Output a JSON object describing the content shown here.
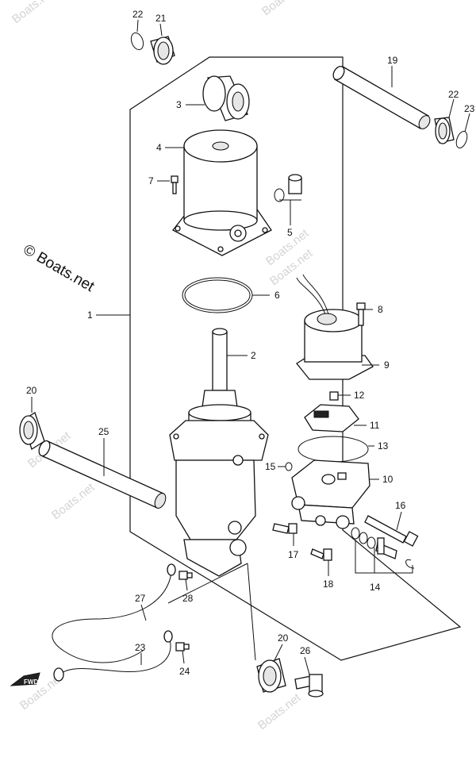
{
  "watermark_text": "© Boats.net",
  "watermark_corner": "Boats.net",
  "fwd_label": "FWD",
  "callouts": [
    {
      "id": "1",
      "label": "1"
    },
    {
      "id": "2",
      "label": "2"
    },
    {
      "id": "3",
      "label": "3"
    },
    {
      "id": "4",
      "label": "4"
    },
    {
      "id": "5",
      "label": "5"
    },
    {
      "id": "6",
      "label": "6"
    },
    {
      "id": "7",
      "label": "7"
    },
    {
      "id": "8",
      "label": "8"
    },
    {
      "id": "9",
      "label": "9"
    },
    {
      "id": "10",
      "label": "10"
    },
    {
      "id": "11",
      "label": "11"
    },
    {
      "id": "12",
      "label": "12"
    },
    {
      "id": "13",
      "label": "13"
    },
    {
      "id": "14",
      "label": "14"
    },
    {
      "id": "15",
      "label": "15"
    },
    {
      "id": "16",
      "label": "16"
    },
    {
      "id": "17",
      "label": "17"
    },
    {
      "id": "18",
      "label": "18"
    },
    {
      "id": "19",
      "label": "19"
    },
    {
      "id": "20a",
      "label": "20"
    },
    {
      "id": "20b",
      "label": "20"
    },
    {
      "id": "21a",
      "label": "21"
    },
    {
      "id": "21b",
      "label": "21"
    },
    {
      "id": "22a",
      "label": "22"
    },
    {
      "id": "22b",
      "label": "22"
    },
    {
      "id": "23",
      "label": "23"
    },
    {
      "id": "24",
      "label": "24"
    },
    {
      "id": "25",
      "label": "25"
    },
    {
      "id": "26",
      "label": "26"
    },
    {
      "id": "27",
      "label": "27"
    },
    {
      "id": "28",
      "label": "28"
    }
  ]
}
